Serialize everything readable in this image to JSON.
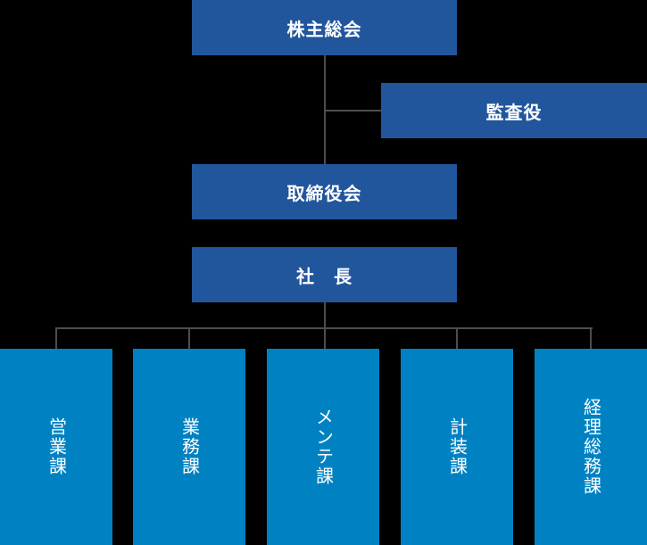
{
  "org_chart": {
    "type": "organization-chart",
    "nodes": {
      "shareholders": {
        "label": "株主総会"
      },
      "auditor": {
        "label": "監査役"
      },
      "board": {
        "label": "取締役会"
      },
      "president": {
        "label": "社　長"
      }
    },
    "departments": [
      {
        "label": "営業課"
      },
      {
        "label": "業務課"
      },
      {
        "label": "メンテ課"
      },
      {
        "label": "計装課"
      },
      {
        "label": "経理総務課"
      }
    ],
    "hierarchy": [
      "株主総会 → 取締役会",
      "株主総会 → 監査役",
      "取締役会 → 社長",
      "社長 → 営業課 / 業務課 / メンテ課 / 計装課 / 経理総務課"
    ],
    "colors": {
      "executive_box": "#21569D",
      "department_box": "#0082C2",
      "connector_line": "#4D4D4D",
      "text": "#FFFFFF",
      "background": "#000000"
    }
  }
}
